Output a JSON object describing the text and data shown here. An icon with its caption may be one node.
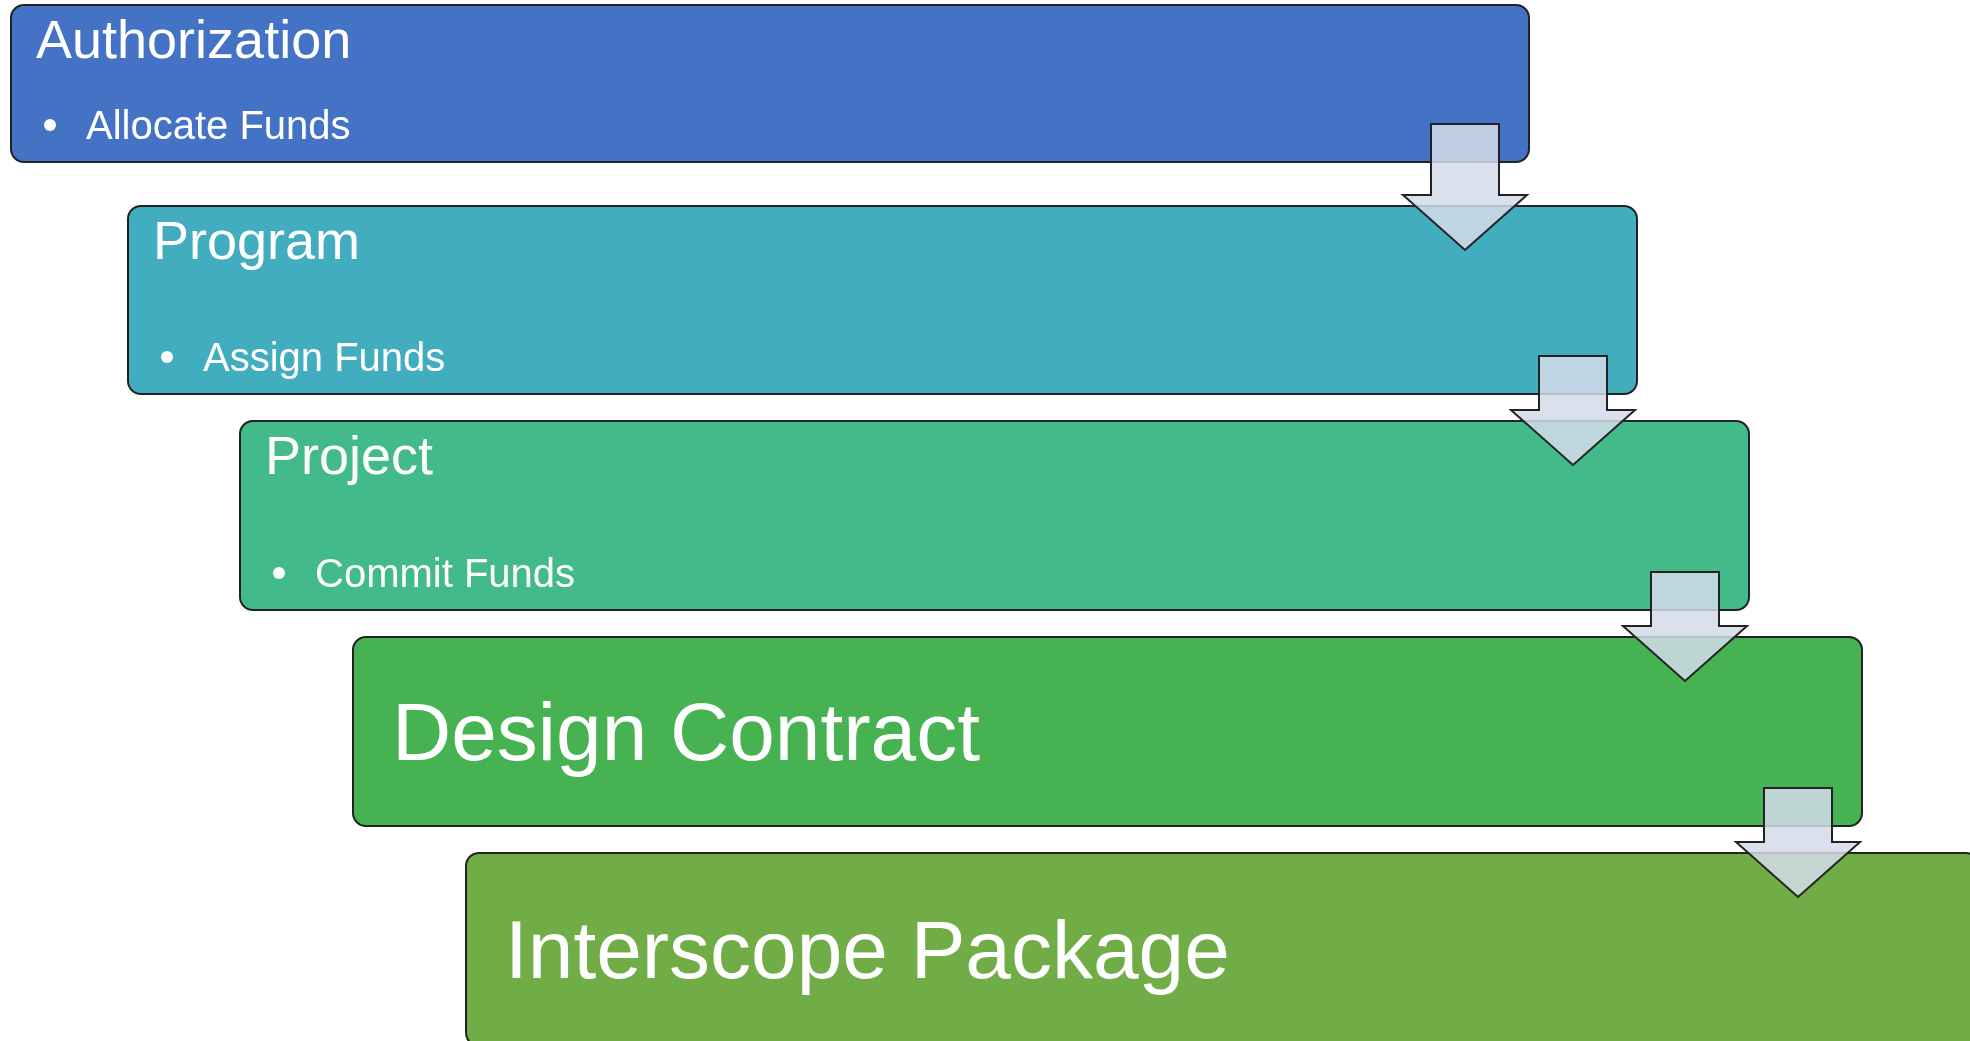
{
  "diagram": {
    "nodes": [
      {
        "text": [
          "Authorization",
          "Allocate Funds"
        ]
      },
      {
        "text": [
          "Program",
          "Assign Funds"
        ]
      },
      {
        "text": [
          "Project",
          "Commit Funds"
        ]
      },
      {
        "text": [
          "Design Contract"
        ]
      },
      {
        "text": [
          "Interscope Package"
        ]
      }
    ],
    "edges": [
      {
        "from": 0,
        "to": 1,
        "arrow": "to"
      },
      {
        "from": 1,
        "to": 2,
        "arrow": "to"
      },
      {
        "from": 2,
        "to": 3,
        "arrow": "to"
      },
      {
        "from": 3,
        "to": 4,
        "arrow": "to"
      }
    ]
  }
}
